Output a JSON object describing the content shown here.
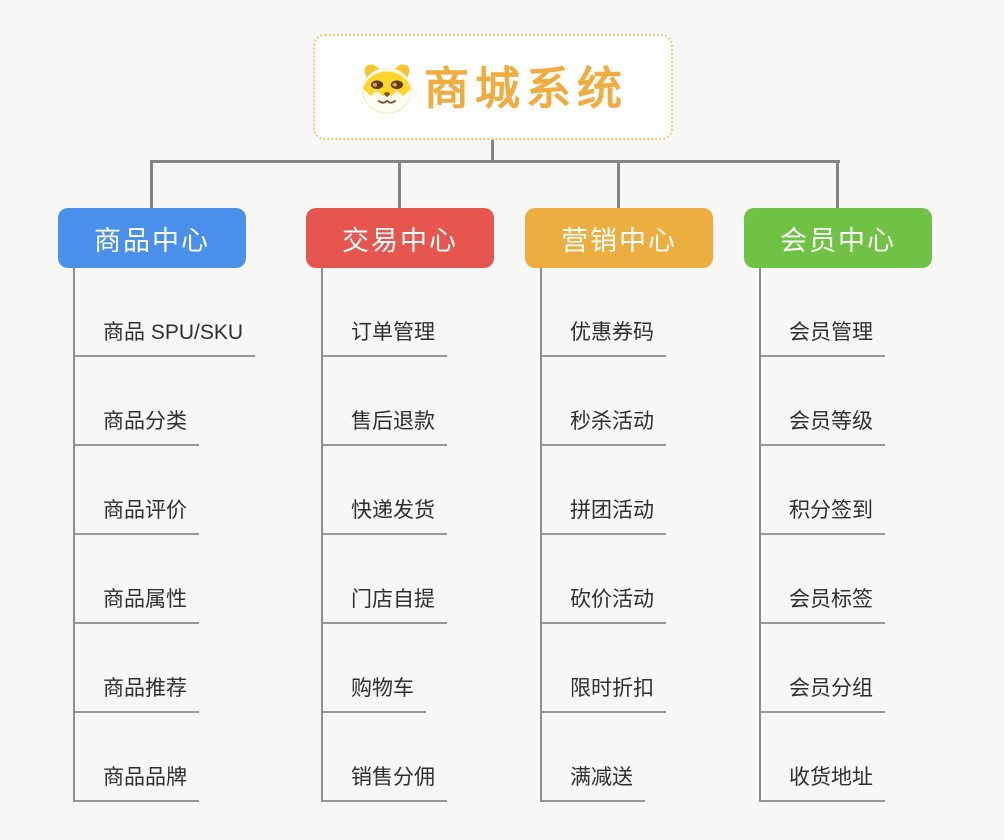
{
  "root": {
    "title": "商城系统",
    "icon": "dog-face-icon",
    "accent_color": "#F0AC3E",
    "border_color": "#F3C571"
  },
  "colors": {
    "background": "#F7F7F5",
    "connector": "#848484",
    "trunk_line": "#8E8E8E",
    "leaf_underline": "#979797",
    "leaf_text": "#2F2F2F"
  },
  "branches": [
    {
      "label": "商品中心",
      "color": "#4A90EB",
      "children": [
        "商品 SPU/SKU",
        "商品分类",
        "商品评价",
        "商品属性",
        "商品推荐",
        "商品品牌"
      ]
    },
    {
      "label": "交易中心",
      "color": "#E6564F",
      "children": [
        "订单管理",
        "售后退款",
        "快递发货",
        "门店自提",
        "购物车",
        "销售分佣"
      ]
    },
    {
      "label": "营销中心",
      "color": "#EDAE41",
      "children": [
        "优惠券码",
        "秒杀活动",
        "拼团活动",
        "砍价活动",
        "限时折扣",
        "满减送"
      ]
    },
    {
      "label": "会员中心",
      "color": "#70C244",
      "children": [
        "会员管理",
        "会员等级",
        "积分签到",
        "会员标签",
        "会员分组",
        "收货地址"
      ]
    }
  ]
}
